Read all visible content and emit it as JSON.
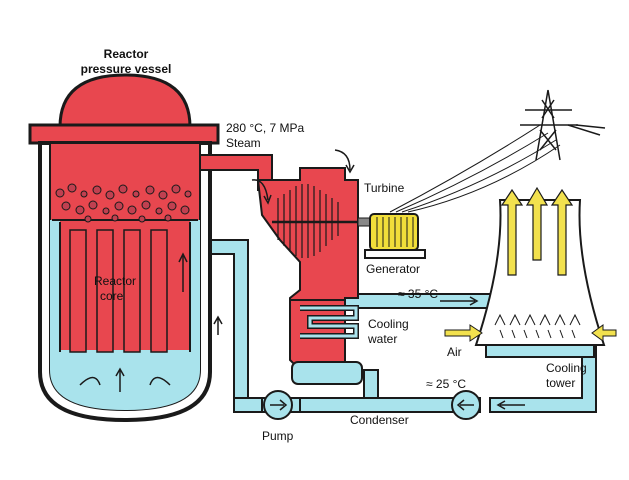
{
  "labels": {
    "reactor_vessel_line1": "Reactor",
    "reactor_vessel_line2": "pressure vessel",
    "steam_line1": "280 °C, 7 MPa",
    "steam_line2": "Steam",
    "turbine": "Turbine",
    "generator": "Generator",
    "reactor_core_line1": "Reactor",
    "reactor_core_line2": "core",
    "outlet_temp": "≈ 35 °C",
    "cooling_water_line1": "Cooling",
    "cooling_water_line2": "water",
    "air": "Air",
    "inlet_temp": "≈ 25 °C",
    "cooling_tower_line1": "Cooling",
    "cooling_tower_line2": "tower",
    "pump": "Pump",
    "condenser": "Condenser"
  },
  "colors": {
    "hot": "#e8474f",
    "cold": "#a9e3ec",
    "steel": "#1a1a1a",
    "generator": "#f1de3a",
    "bubble": "#c04050",
    "vapor": "#f2e14e"
  }
}
